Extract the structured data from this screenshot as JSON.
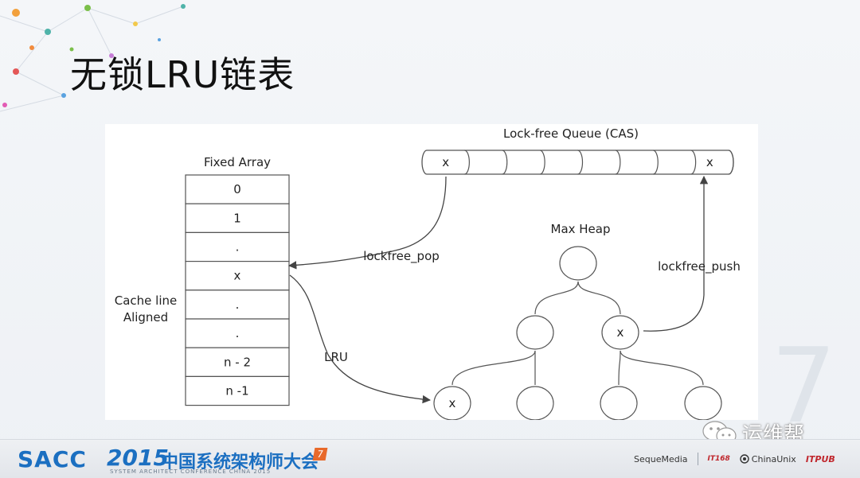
{
  "slide": {
    "title": "无锁LRU链表"
  },
  "diagram": {
    "queue_title": "Lock-free Queue (CAS)",
    "queue_cells": [
      "x",
      "",
      "",
      "",
      "",
      "",
      "",
      "x"
    ],
    "array_title": "Fixed Array",
    "array_cells": [
      "0",
      "1",
      ".",
      "x",
      ".",
      ".",
      "n - 2",
      "n -1"
    ],
    "side_label_line1": "Cache line",
    "side_label_line2": "Aligned",
    "pop_label": "lockfree_pop",
    "push_label": "lockfree_push",
    "lru_label": "LRU",
    "heap_title": "Max Heap",
    "heap_root": "",
    "heap_level1": [
      "",
      "x"
    ],
    "heap_level2": [
      "x",
      "",
      "",
      ""
    ]
  },
  "watermark": {
    "number": "7",
    "wechat_text": "运维帮"
  },
  "footer": {
    "logo": "SACC",
    "year": "2015",
    "conference": "中国系统架构师大会",
    "badge": "7",
    "subtitle": "SYSTEM ARCHITECT CONFERENCE CHINA 2015",
    "sponsors": [
      "SequeMedia",
      "IT168",
      "ChinaUnix",
      "ITPUB"
    ]
  },
  "colors": {
    "brand_blue": "#1b6fc1",
    "accent_orange": "#e8692a",
    "line": "#555555"
  },
  "icons": {
    "wechat": "wechat-icon",
    "chinaunix": "chinaunix-icon"
  }
}
